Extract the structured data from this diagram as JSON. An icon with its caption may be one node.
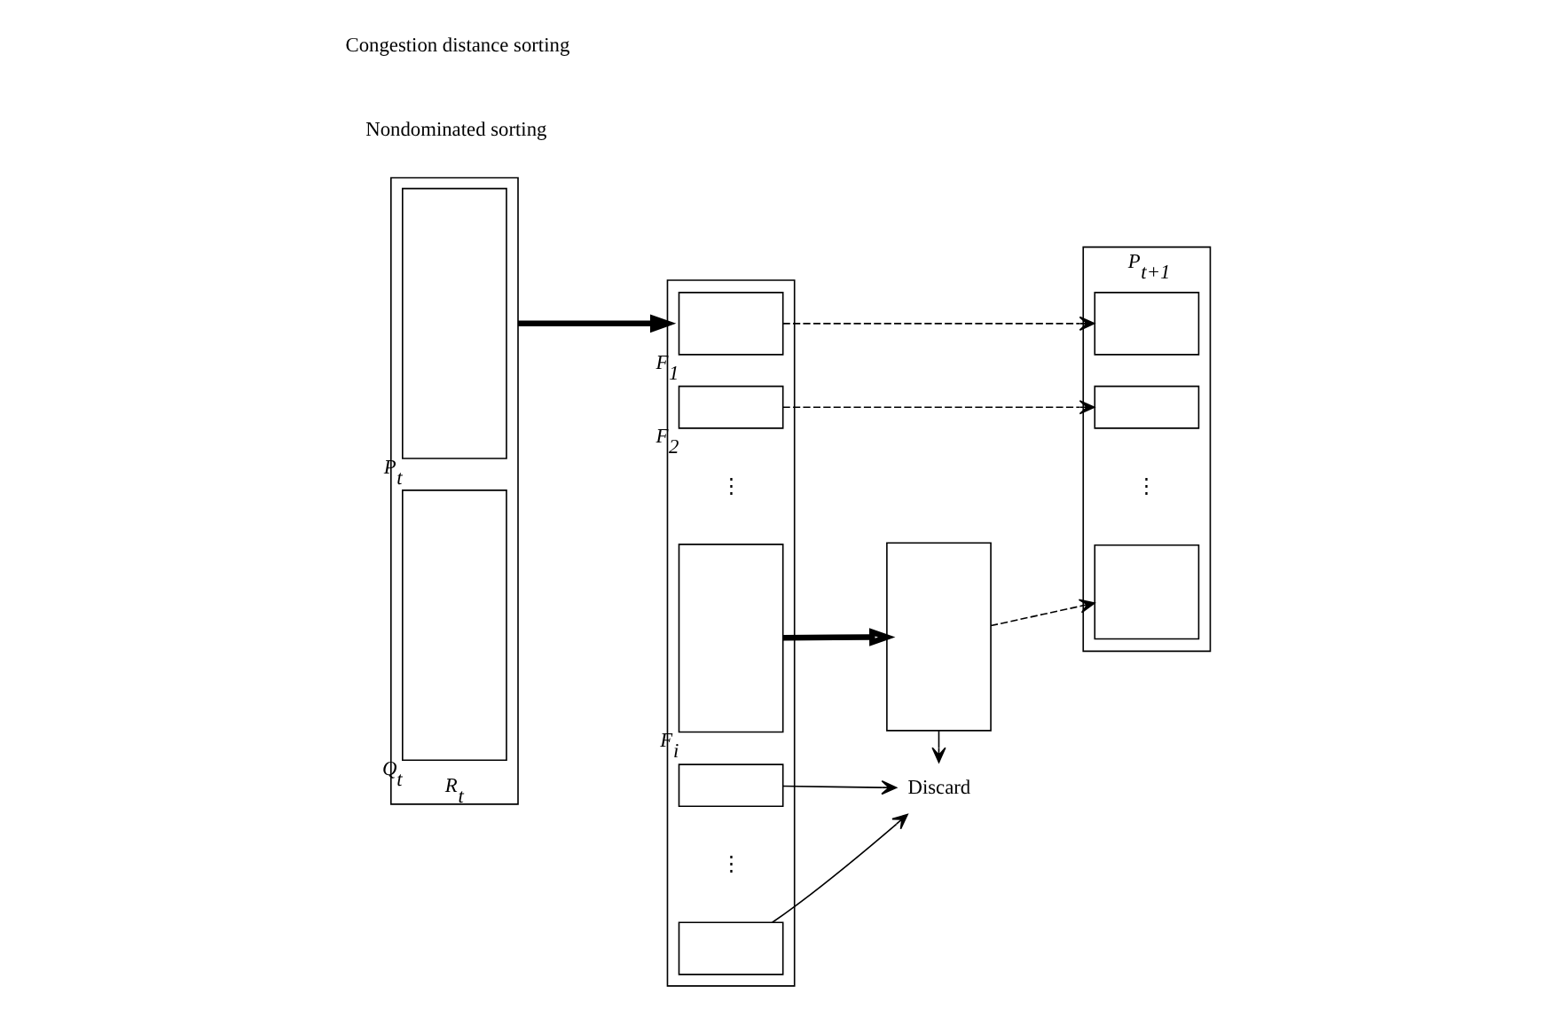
{
  "diagram": {
    "nodes": [
      {
        "text": [
          "R$_{t}$"
        ]
      },
      {
        "text": [
          "P$_{t}$"
        ],
        "in": 0
      },
      {
        "text": [
          "Q$_{t}$"
        ],
        "in": 0
      },
      {
        "text": [],
        "shape": "box"
      },
      {
        "text": [
          "F$_{1}$"
        ],
        "in": 3
      },
      {
        "text": [
          "F$_{2}$"
        ],
        "in": 3
      },
      {
        "text": [
          "F$_{i}$"
        ],
        "in": 3
      },
      {
        "text": [],
        "shape": "box",
        "in": 3
      },
      {
        "text": [],
        "shape": "box",
        "in": 3
      },
      {
        "text": [],
        "shape": "box"
      },
      {
        "text": [
          "P$_{t+1}$"
        ]
      },
      {
        "text": [],
        "shape": "box",
        "in": 10
      },
      {
        "text": [],
        "shape": "box",
        "in": 10
      },
      {
        "text": [],
        "shape": "box",
        "in": 10
      },
      {
        "text": [
          "Discard"
        ]
      }
    ],
    "edges": [
      {
        "from": 0,
        "to": 3,
        "arrow": "to",
        "style": "thick"
      },
      {
        "from": 4,
        "to": 11,
        "arrow": "to",
        "style": "dashed"
      },
      {
        "from": 5,
        "to": 12,
        "arrow": "to",
        "style": "dashed"
      },
      {
        "from": 6,
        "to": 9,
        "arrow": "to",
        "style": "thick"
      },
      {
        "from": 9,
        "to": 13,
        "arrow": "to",
        "style": "dashed"
      },
      {
        "from": 9,
        "to": 14,
        "arrow": "to"
      },
      {
        "from": 7,
        "to": 14,
        "arrow": "to"
      },
      {
        "from": 8,
        "to": 14,
        "arrow": "to"
      }
    ],
    "labels": [
      "Nondominated sorting",
      "Congestion distance sorting",
      "⋮",
      "⋮",
      "⋮"
    ]
  }
}
